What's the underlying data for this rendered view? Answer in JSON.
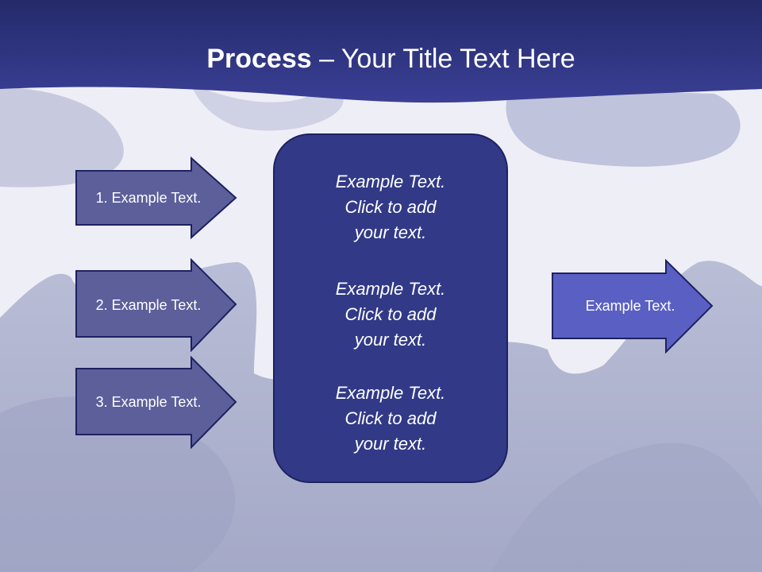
{
  "title": {
    "bold": "Process",
    "rest": " – Your Title Text Here"
  },
  "left_arrows": [
    {
      "label": "1. Example Text."
    },
    {
      "label": "2. Example Text."
    },
    {
      "label": "3. Example Text."
    }
  ],
  "center_box": {
    "blocks": [
      {
        "text": "Example Text.\nClick  to add\nyour text."
      },
      {
        "text": "Example Text.\nClick  to add\nyour text."
      },
      {
        "text": "Example Text.\nClick  to add\nyour text."
      }
    ]
  },
  "right_arrow": {
    "label": "Example Text."
  },
  "colors": {
    "header": "#2b317c",
    "left_arrow_fill": "#5d5f9b",
    "center_box_fill": "#323a87",
    "right_arrow_fill": "#5a5fc4",
    "outline": "#1c2260"
  }
}
